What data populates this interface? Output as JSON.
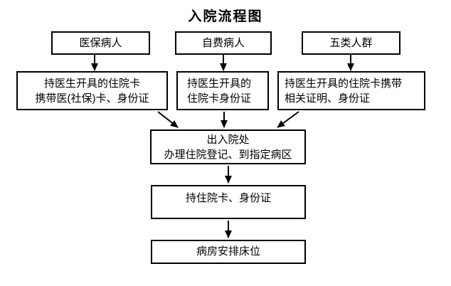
{
  "title": "入院流程图",
  "colors": {
    "background": "#ffffff",
    "line": "#000000",
    "text": "#000000"
  },
  "nodes": {
    "patient_types": [
      {
        "label": "医保病人"
      },
      {
        "label": "自费病人"
      },
      {
        "label": "五类人群"
      }
    ],
    "requirements": [
      {
        "line1": "持医生开具的住院卡",
        "line2": "携带医(社保)卡、身份证"
      },
      {
        "line1": "持医生开具的",
        "line2": "住院卡身份证"
      },
      {
        "line1": "持医生开具的住院卡携带",
        "line2": "相关证明、身份证"
      }
    ],
    "admission_office": {
      "line1": "出入院处",
      "line2": "办理住院登记、到指定病区"
    },
    "hold_cards": {
      "label": "持住院卡、身份证"
    },
    "ward_assignment": {
      "label": "病房安排床位"
    }
  }
}
